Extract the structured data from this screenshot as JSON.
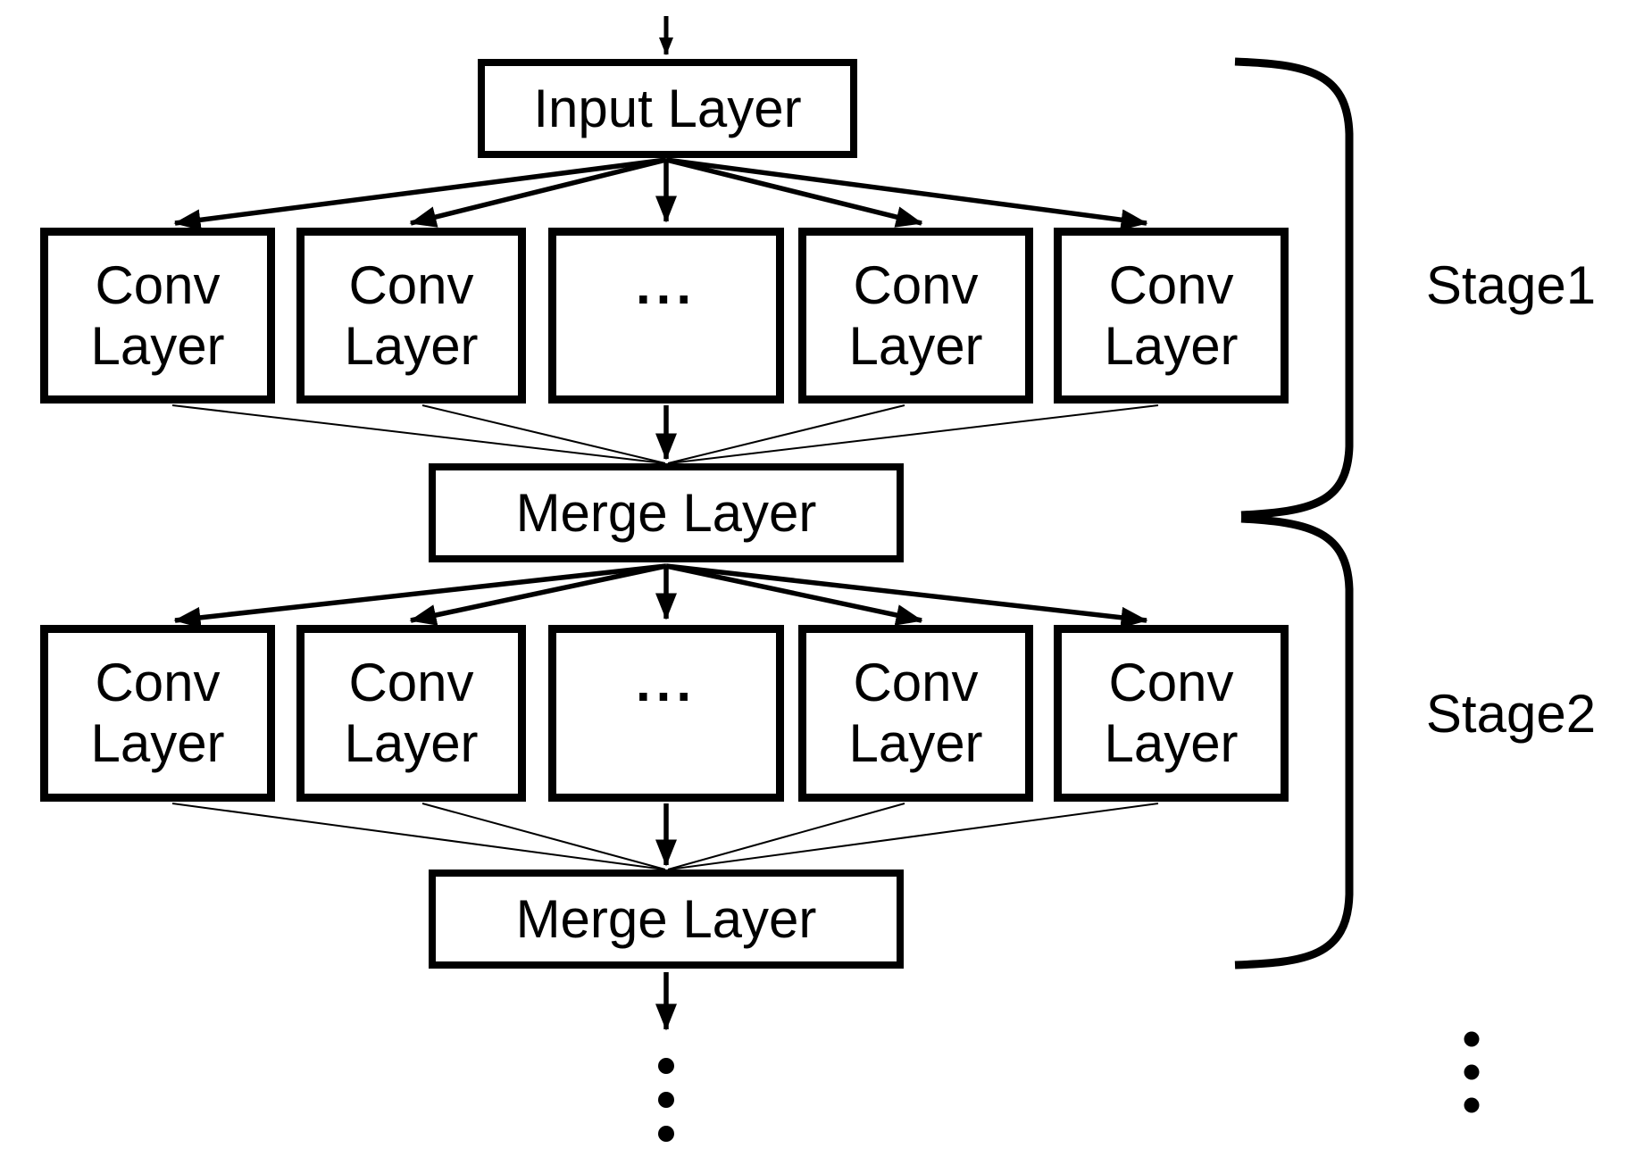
{
  "colors": {
    "ink": "#000000",
    "background": "#ffffff"
  },
  "input_layer": {
    "label": "Input Layer"
  },
  "stages": [
    {
      "name": "Stage1",
      "boxes": [
        {
          "line1": "Conv",
          "line2": "Layer"
        },
        {
          "line1": "Conv",
          "line2": "Layer"
        },
        {
          "line1": "...",
          "line2": ""
        },
        {
          "line1": "Conv",
          "line2": "Layer"
        },
        {
          "line1": "Conv",
          "line2": "Layer"
        }
      ],
      "merge_label": "Merge Layer"
    },
    {
      "name": "Stage2",
      "boxes": [
        {
          "line1": "Conv",
          "line2": "Layer"
        },
        {
          "line1": "Conv",
          "line2": "Layer"
        },
        {
          "line1": "...",
          "line2": ""
        },
        {
          "line1": "Conv",
          "line2": "Layer"
        },
        {
          "line1": "Conv",
          "line2": "Layer"
        }
      ],
      "merge_label": "Merge Layer"
    }
  ],
  "icons": {
    "bottom_continuation": "vertical-ellipsis-icon",
    "right_continuation": "vertical-ellipsis-icon"
  }
}
